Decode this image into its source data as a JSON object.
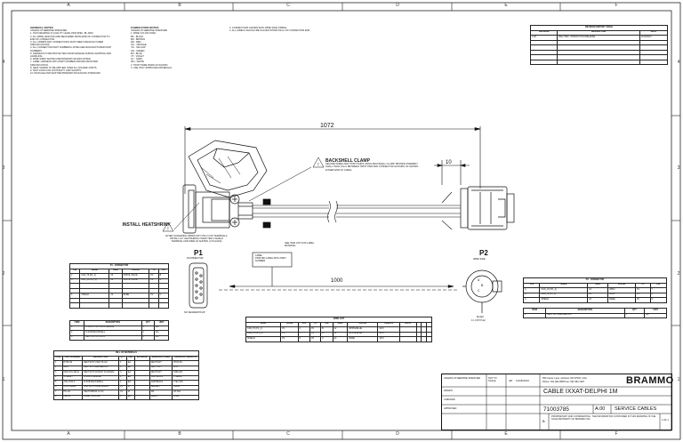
{
  "zones": {
    "columns": [
      "A",
      "B",
      "C",
      "D",
      "E",
      "F"
    ],
    "rows": [
      "4",
      "3",
      "2",
      "1"
    ]
  },
  "general_notes": {
    "title": "GENERAL NOTES",
    "subtitle": "UNLESS OTHERWISE SPECIFIED",
    "lines": [
      "1. THIS DRAWING IS QUALITY LEVEL PER SPEC. BL-0002.",
      "2. ALL WIRE LENGTHS ARE MEASURED FROM END OF CONNECTOR TO END OF CONNECTOR.",
      "3. ALL CRIMPS AND CONNECTIONS MUST MEET MANUFACTURER SPECIFICATIONS.",
      "4. ALL CONNECTOR PART NUMBERS LISTED ARE MANUFACTURER PART NUMBERS.",
      "5. HARNESS TO BE PROTECTED FROM DAMAGE DURING SHIPPING AND HANDLING.",
      "6. WIRE SIZES SHOWN ARE MINIMUM UNLESS NOTED.",
      "7. LABEL HARNESS WITH PART NUMBER AND REVISION PER SPECIFICATION.",
      "8. HEAT SHRINK TO BE APPLIED OVER ALL SOLDER JOINTS.",
      "9. TEST 100% FOR CONTINUITY AND SHORTS.",
      "10. PACKAGE AND SHIP PER BRAMMO PACKAGING STANDARD."
    ]
  },
  "fabrication_notes": {
    "title": "FABRICATION NOTES",
    "subtitle": "UNLESS OTHERWISE SPECIFIED",
    "lines": [
      "1. WIRE COLOR CODE:",
      "BK - BLACK",
      "BN - BROWN",
      "RD - RED",
      "OG - ORANGE",
      "YE - YELLOW",
      "GN - GREEN",
      "BU - BLUE",
      "VT - VIOLET",
      "GY - GREY",
      "WH - WHITE",
      "2. TWIST WIRE PAIRS AS SHOWN.",
      "3. USE ONLY APPROVED MATERIALS."
    ]
  },
  "connector_notes": {
    "lines": [
      "3. CONNECTORS SHOWN WITH WIRE SIDE VISIBLE.",
      "4. ALL LABELS SHOULD BE PLACED WITHIN 50mm OF CONNECTOR END."
    ]
  },
  "revision_table": {
    "title": "REVISION HISTORY TABLE",
    "headers": [
      "REVISION",
      "DESCRIPTION",
      "DATE"
    ],
    "rows": [
      [
        "A.00",
        "REL ITEM - PRODUCTION RELEASE",
        "11/18/2013"
      ]
    ]
  },
  "dims": {
    "overall": "1072",
    "end": "10",
    "middle": "1000"
  },
  "callouts": {
    "backshell_title": "BACKSHELL CLAMP",
    "backshell_text": "SECURE WIRES AND TWIST PAIRS USING BACKSHELL CLAMP. PROPER ASSEMBLY SHALL YIELD 10mm BETWEEN TWIST PAIR AND CONNECTOR HOUSING AS SHOWN. EITHER END OF CABLE.",
    "heatshrink_title": "INSTALL HEATSHRINK",
    "heatshrink_text": "AFTER SOLDERING WIRES INTO PIN 2 CUP TERMINALS, INSTALL 1/2\" HEATSHRINK OVER ITEM 4 SHIELD TERMINAL AND WIRE AS SHOWN. (2 PLACES)",
    "label_title": "LABEL",
    "label_text": "PRINTED LABEL WITH PART NUMBER",
    "center_note": "SEE ITEM LIST FOR LABEL MATERIAL"
  },
  "connectors": {
    "p1_name": "P1",
    "p1_sub": "DCONNECTOR",
    "p1_note": "NO SEGMENT/FLIP",
    "p2_name": "P2",
    "p2_sub": "WIRE SIDE",
    "detail": "Detail",
    "detail_scale": "1:1 (±STYLE)",
    "p2_pins": [
      "A",
      "B",
      "C"
    ]
  },
  "p1_table": {
    "title": "P1 - CONNECTOR",
    "headers": [
      "PIN",
      "NAME",
      "AWG",
      "COLOR",
      "TO",
      "PIN"
    ],
    "rows": [
      [
        "2",
        "CAN_HI (P1_1)",
        "22",
        "WHITE / BLUE",
        "P2",
        "B"
      ],
      [
        "3",
        "CAN_LO (P1_2)",
        "22",
        "WHITE / BLUE",
        "P2",
        "A"
      ],
      [
        "",
        "",
        "",
        "",
        "",
        ""
      ],
      [
        "",
        "",
        "",
        "",
        "",
        ""
      ],
      [
        "5",
        "SHIELD",
        "22",
        "BARE",
        "P2",
        "C"
      ],
      [
        "",
        "",
        "",
        "",
        "",
        ""
      ],
      [
        "",
        "",
        "",
        "",
        "",
        ""
      ]
    ]
  },
  "pin_table": {
    "headers": [
      "ITEM",
      "DESCRIPTION",
      "QTY",
      "UNIT"
    ],
    "rows": [
      [
        "1",
        "D-SUB 9 PIN CONN FEMALE",
        "1",
        "EA"
      ],
      [
        "2",
        "D-SUB BACKSHELL",
        "1",
        "EA"
      ],
      [
        "3",
        "DEUTSCH DT06-3S",
        "1",
        "EA"
      ]
    ]
  },
  "wire_table": {
    "title": "WIRE LIST",
    "headers": [
      "WIRE",
      "FROM",
      "PIN",
      "TO",
      "PIN",
      "AWG",
      "COLOR",
      "LENGTH",
      "NOTE",
      "",
      "",
      ""
    ],
    "rows": [
      [
        "CAN_HI (P1_1)",
        "P1",
        "2",
        "P2",
        "B",
        "22",
        "WHITE/BLUE",
        "1072",
        "",
        "",
        "",
        ""
      ],
      [
        "CAN_LO (P1_2)",
        "P1",
        "7",
        "P2",
        "A",
        "22",
        "WHITE/BLUE",
        "1072",
        "",
        "",
        "",
        ""
      ],
      [
        "SHIELD",
        "P1",
        "5",
        "P2",
        "C",
        "22",
        "BARE",
        "1072",
        "",
        "",
        "",
        ""
      ]
    ]
  },
  "p2_table": {
    "title": "P2 - CONNECTOR",
    "headers": [
      "PIN",
      "NAME",
      "AWG",
      "COLOR",
      "TO",
      "PIN"
    ],
    "rows": [
      [
        "A",
        "CAN_LO (P1_2)",
        "22",
        "W/BU",
        "P1",
        "7"
      ],
      [
        "B",
        "CAN_HI (P1_1)",
        "22",
        "W/BU",
        "P1",
        "2"
      ],
      [
        "C",
        "SHIELD",
        "22",
        "BARE",
        "P1",
        "5"
      ]
    ]
  },
  "p2_small_table": {
    "headers": [
      "ITEM",
      "DESCRIPTION",
      "QTY",
      "UNIT"
    ],
    "rows": [
      [
        "1",
        "DEUTSCH WEDGELOCK",
        "1",
        "EA"
      ]
    ]
  },
  "bom": {
    "title": "BILL OF MATERIALS",
    "headers": [
      "ITEM",
      "PART NUMBER",
      "DESCRIPTION",
      "QTY",
      "UNIT",
      "MATERIAL",
      "MANUFACTURER",
      "MANUFACTURER PN"
    ],
    "rows": [
      [
        "1",
        "DT06-3S",
        "DEUTSCH 3 WAY PLUG",
        "1",
        "EA",
        "",
        "DEUTSCH",
        "DT06-3S"
      ],
      [
        "2",
        "W3S",
        "DEUTSCH WEDGELOCK",
        "1",
        "EA",
        "",
        "DEUTSCH",
        "W3S"
      ],
      [
        "3",
        "0462-201-16141",
        "DEUTSCH SOCKET 16-20AWG",
        "3",
        "EA",
        "",
        "DEUTSCH",
        "0462-201"
      ],
      [
        "4",
        "17JE09H",
        "D-SUB 9 FEMALE",
        "1",
        "EA",
        "",
        "AMPHENOL",
        "17JE09H"
      ],
      [
        "5",
        "17E-1726-2",
        "D-SUB BACKSHELL",
        "1",
        "EA",
        "",
        "AMPHENOL",
        "17E-1726"
      ],
      [
        "6",
        "CAN CABLE",
        "CAN BUS CABLE 22AWG",
        "1.1",
        "M",
        "",
        "BELDEN",
        "3105A"
      ],
      [
        "7",
        "HS-1/2",
        "HEATSHRINK 1/2 IN",
        "0.1",
        "M",
        "",
        "3M",
        "FP-301"
      ],
      [
        "8",
        "LBL-01",
        "LABEL PRINTED",
        "1",
        "EA",
        "",
        "BRADY",
        "B-342"
      ]
    ]
  },
  "title_block": {
    "tolerance_title": "UNLESS OTHERWISE SPECIFIED",
    "scale_label": "NOT TO SCALE",
    "drawn": "DRAWN",
    "drawn_by": "JM",
    "date": "11/18/2013",
    "checked": "CHECKED",
    "approved": "APPROVED",
    "company": "BRAMMO",
    "address": "550 Clover Lane, Ashland, OR 97520, USA",
    "contact": "Phone: 541.482.9555  Fax: 541.552.1307",
    "title": "CABLE IXXAT-DELPHI 1M",
    "part_number": "71003785",
    "revision": "A.00",
    "category": "SERVICE CABLES",
    "sheet": "1 OF 1",
    "size": "B",
    "proprietary": "PROPRIETARY AND CONFIDENTIAL. THE INFORMATION CONTAINED IN THIS DRAWING IS THE SOLE PROPERTY OF BRAMMO INC."
  }
}
